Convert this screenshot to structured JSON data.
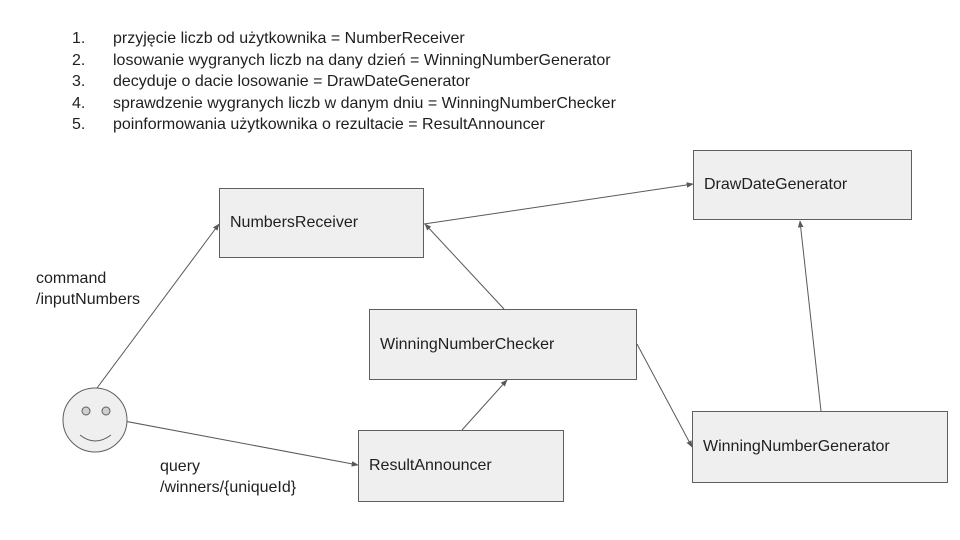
{
  "steps": [
    {
      "number": "1.",
      "text": "przyjęcie liczb od użytkownika = NumberReceiver"
    },
    {
      "number": "2.",
      "text": "losowanie wygranych liczb na dany dzień = WinningNumberGenerator"
    },
    {
      "number": "3.",
      "text": "decyduje o dacie losowanie = DrawDateGenerator"
    },
    {
      "number": "4.",
      "text": "sprawdzenie wygranych liczb w danym dniu = WinningNumberChecker"
    },
    {
      "number": "5.",
      "text": "poinformowania użytkownika o rezultacie = ResultAnnouncer"
    }
  ],
  "boxes": {
    "numbers_receiver": "NumbersReceiver",
    "draw_date_generator": "DrawDateGenerator",
    "winning_number_checker": "WinningNumberChecker",
    "result_announcer": "ResultAnnouncer",
    "winning_number_generator": "WinningNumberGenerator"
  },
  "edge_labels": {
    "command": [
      "command",
      "/inputNumbers"
    ],
    "query": [
      "query",
      "/winners/{uniqueId}"
    ]
  },
  "colors": {
    "box_fill": "#efefef",
    "box_border": "#5f5f5f",
    "arrow": "#595959",
    "smiley_fill": "#efefef"
  }
}
